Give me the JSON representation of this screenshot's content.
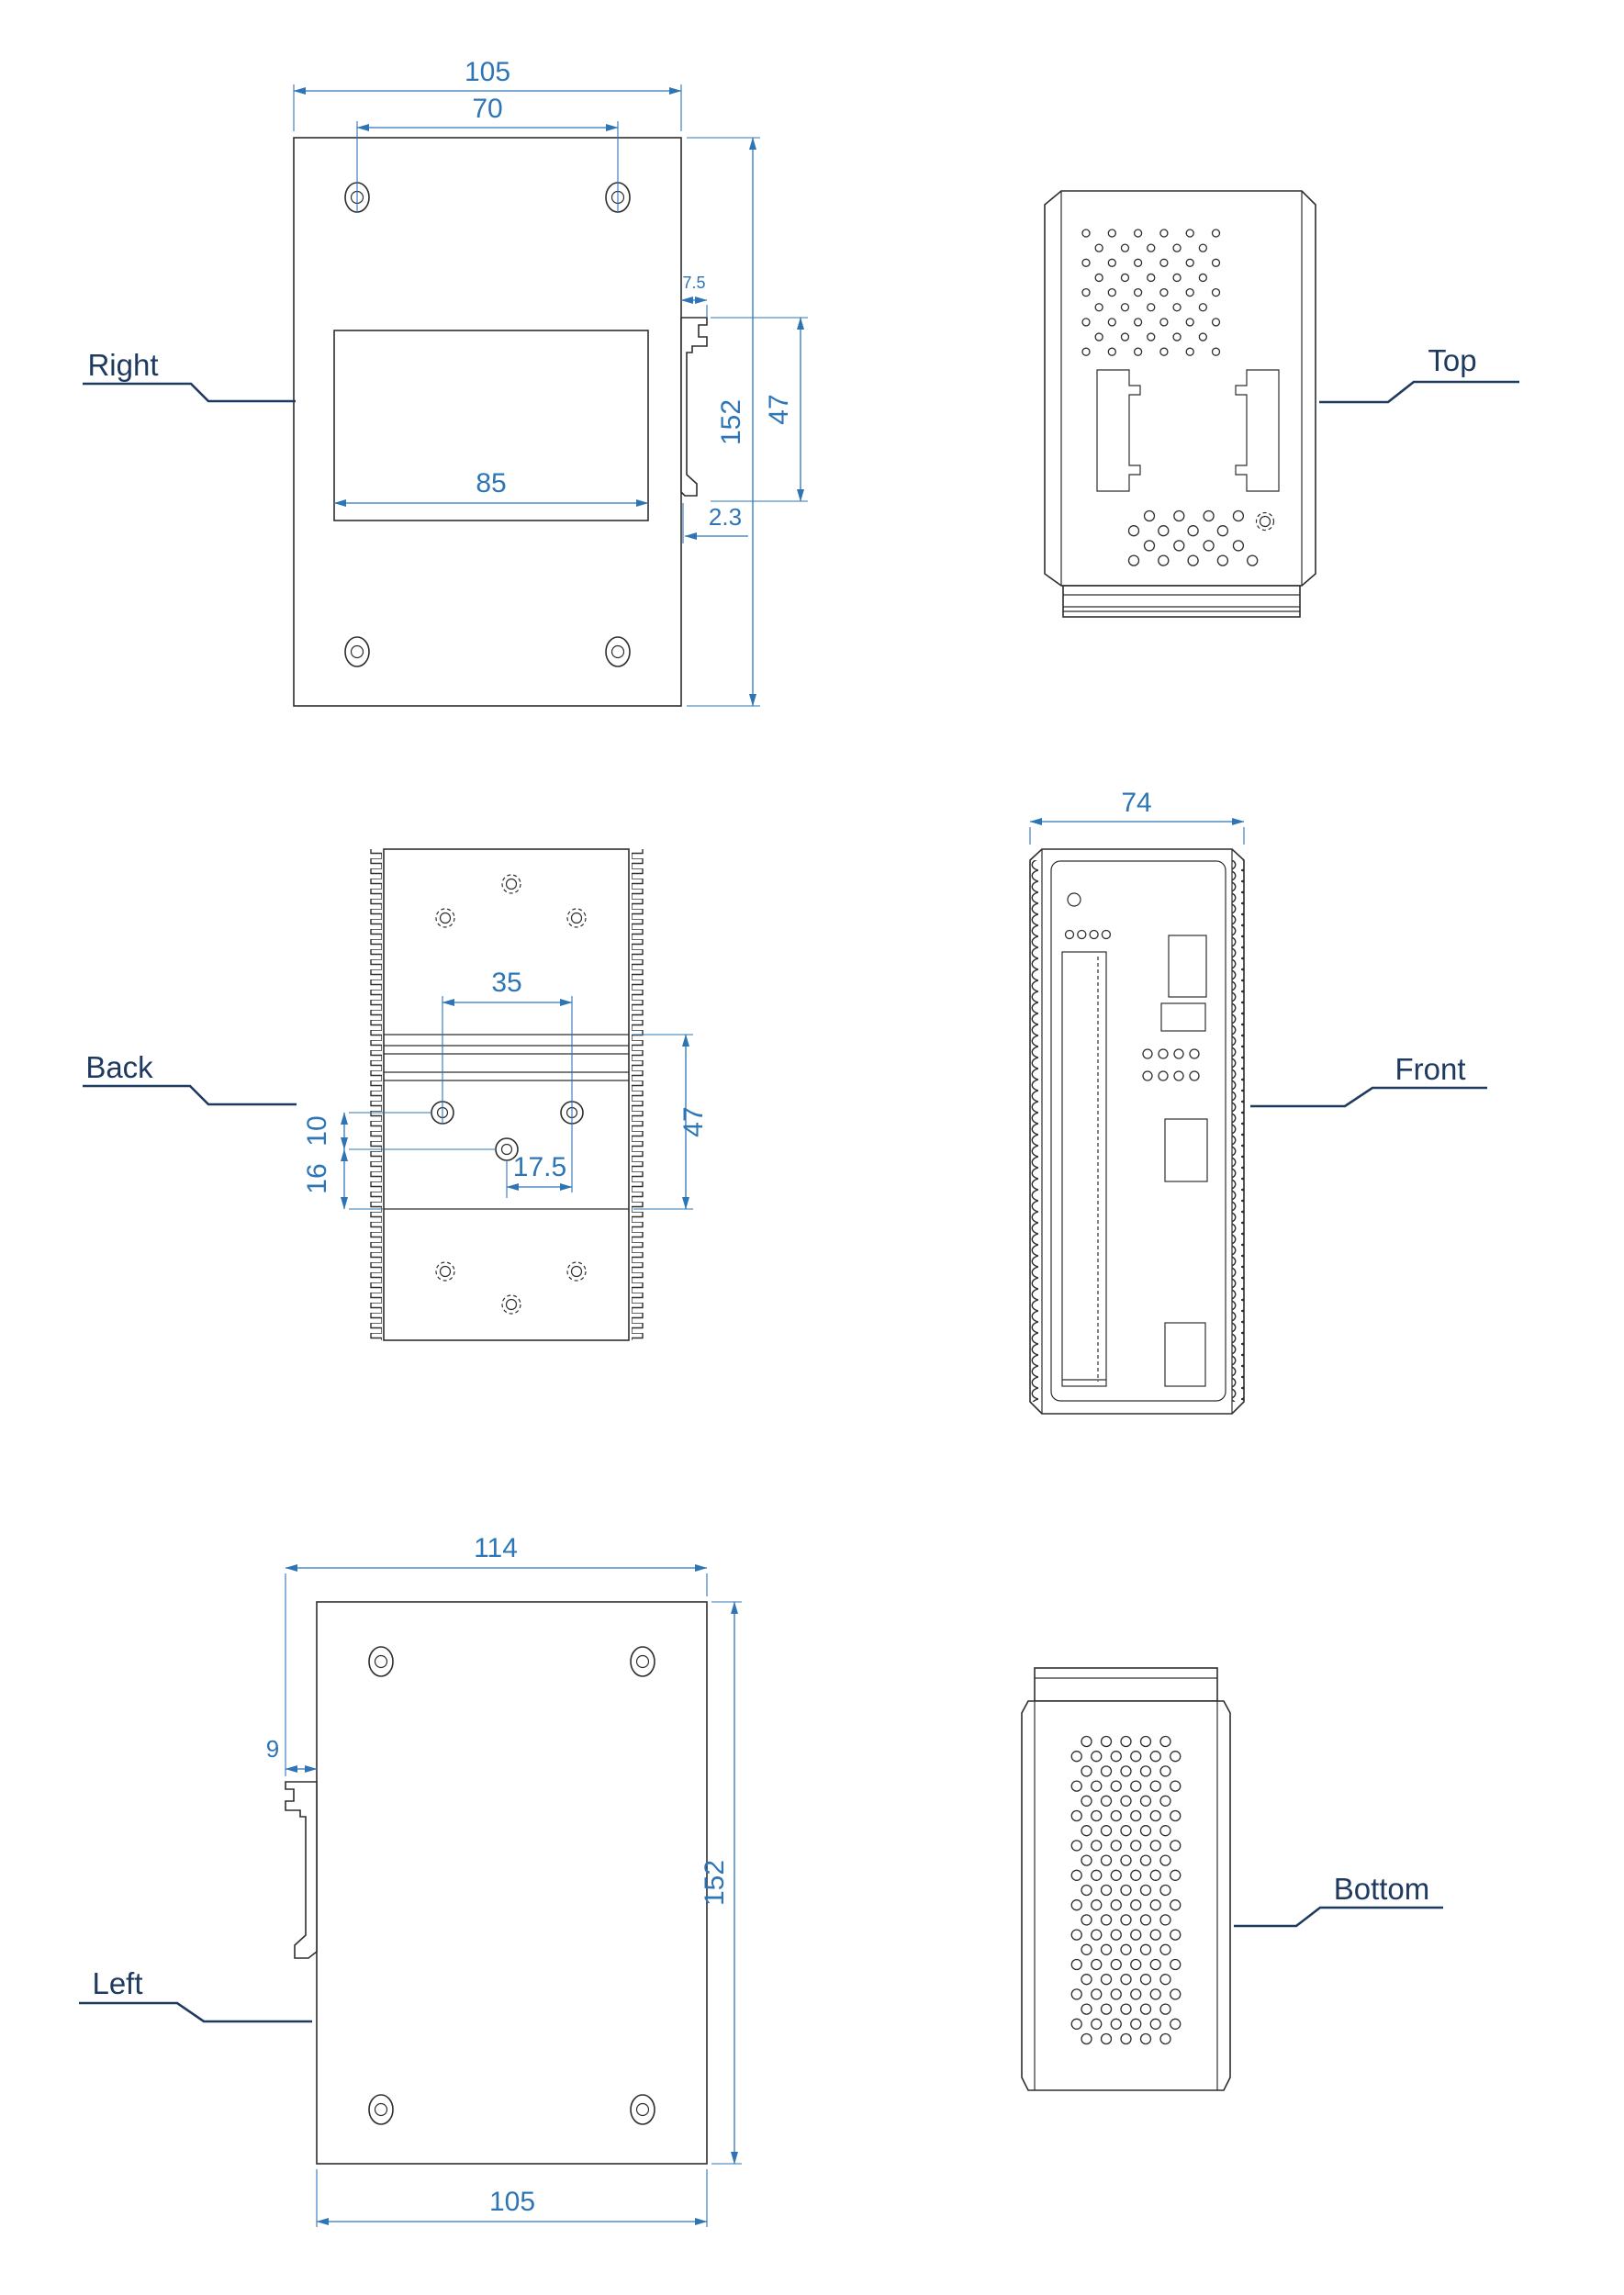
{
  "drawing": {
    "views": {
      "right": {
        "label": "Right",
        "dim_overall_width": "105",
        "dim_hole_spacing": "70",
        "dim_recess_width": "85",
        "dim_height": "152",
        "dim_clip_height": "47",
        "dim_clip_offset": "7.5",
        "dim_rail_lip": "2.3"
      },
      "top": {
        "label": "Top"
      },
      "back": {
        "label": "Back",
        "dim_hole_spacing": "35",
        "dim_hole_offset": "17.5",
        "dim_plate_height": "47",
        "dim_hole_row_gap": "10",
        "dim_row_to_edge": "16"
      },
      "front": {
        "label": "Front",
        "dim_width": "74"
      },
      "left": {
        "label": "Left",
        "dim_overall_width": "114",
        "dim_clip_offset": "9",
        "dim_height": "152",
        "dim_body_width": "105"
      },
      "bottom": {
        "label": "Bottom"
      }
    },
    "colors": {
      "dimension": "#2e75b6",
      "label": "#1f3a60",
      "outline": "#2e2e2e"
    }
  }
}
